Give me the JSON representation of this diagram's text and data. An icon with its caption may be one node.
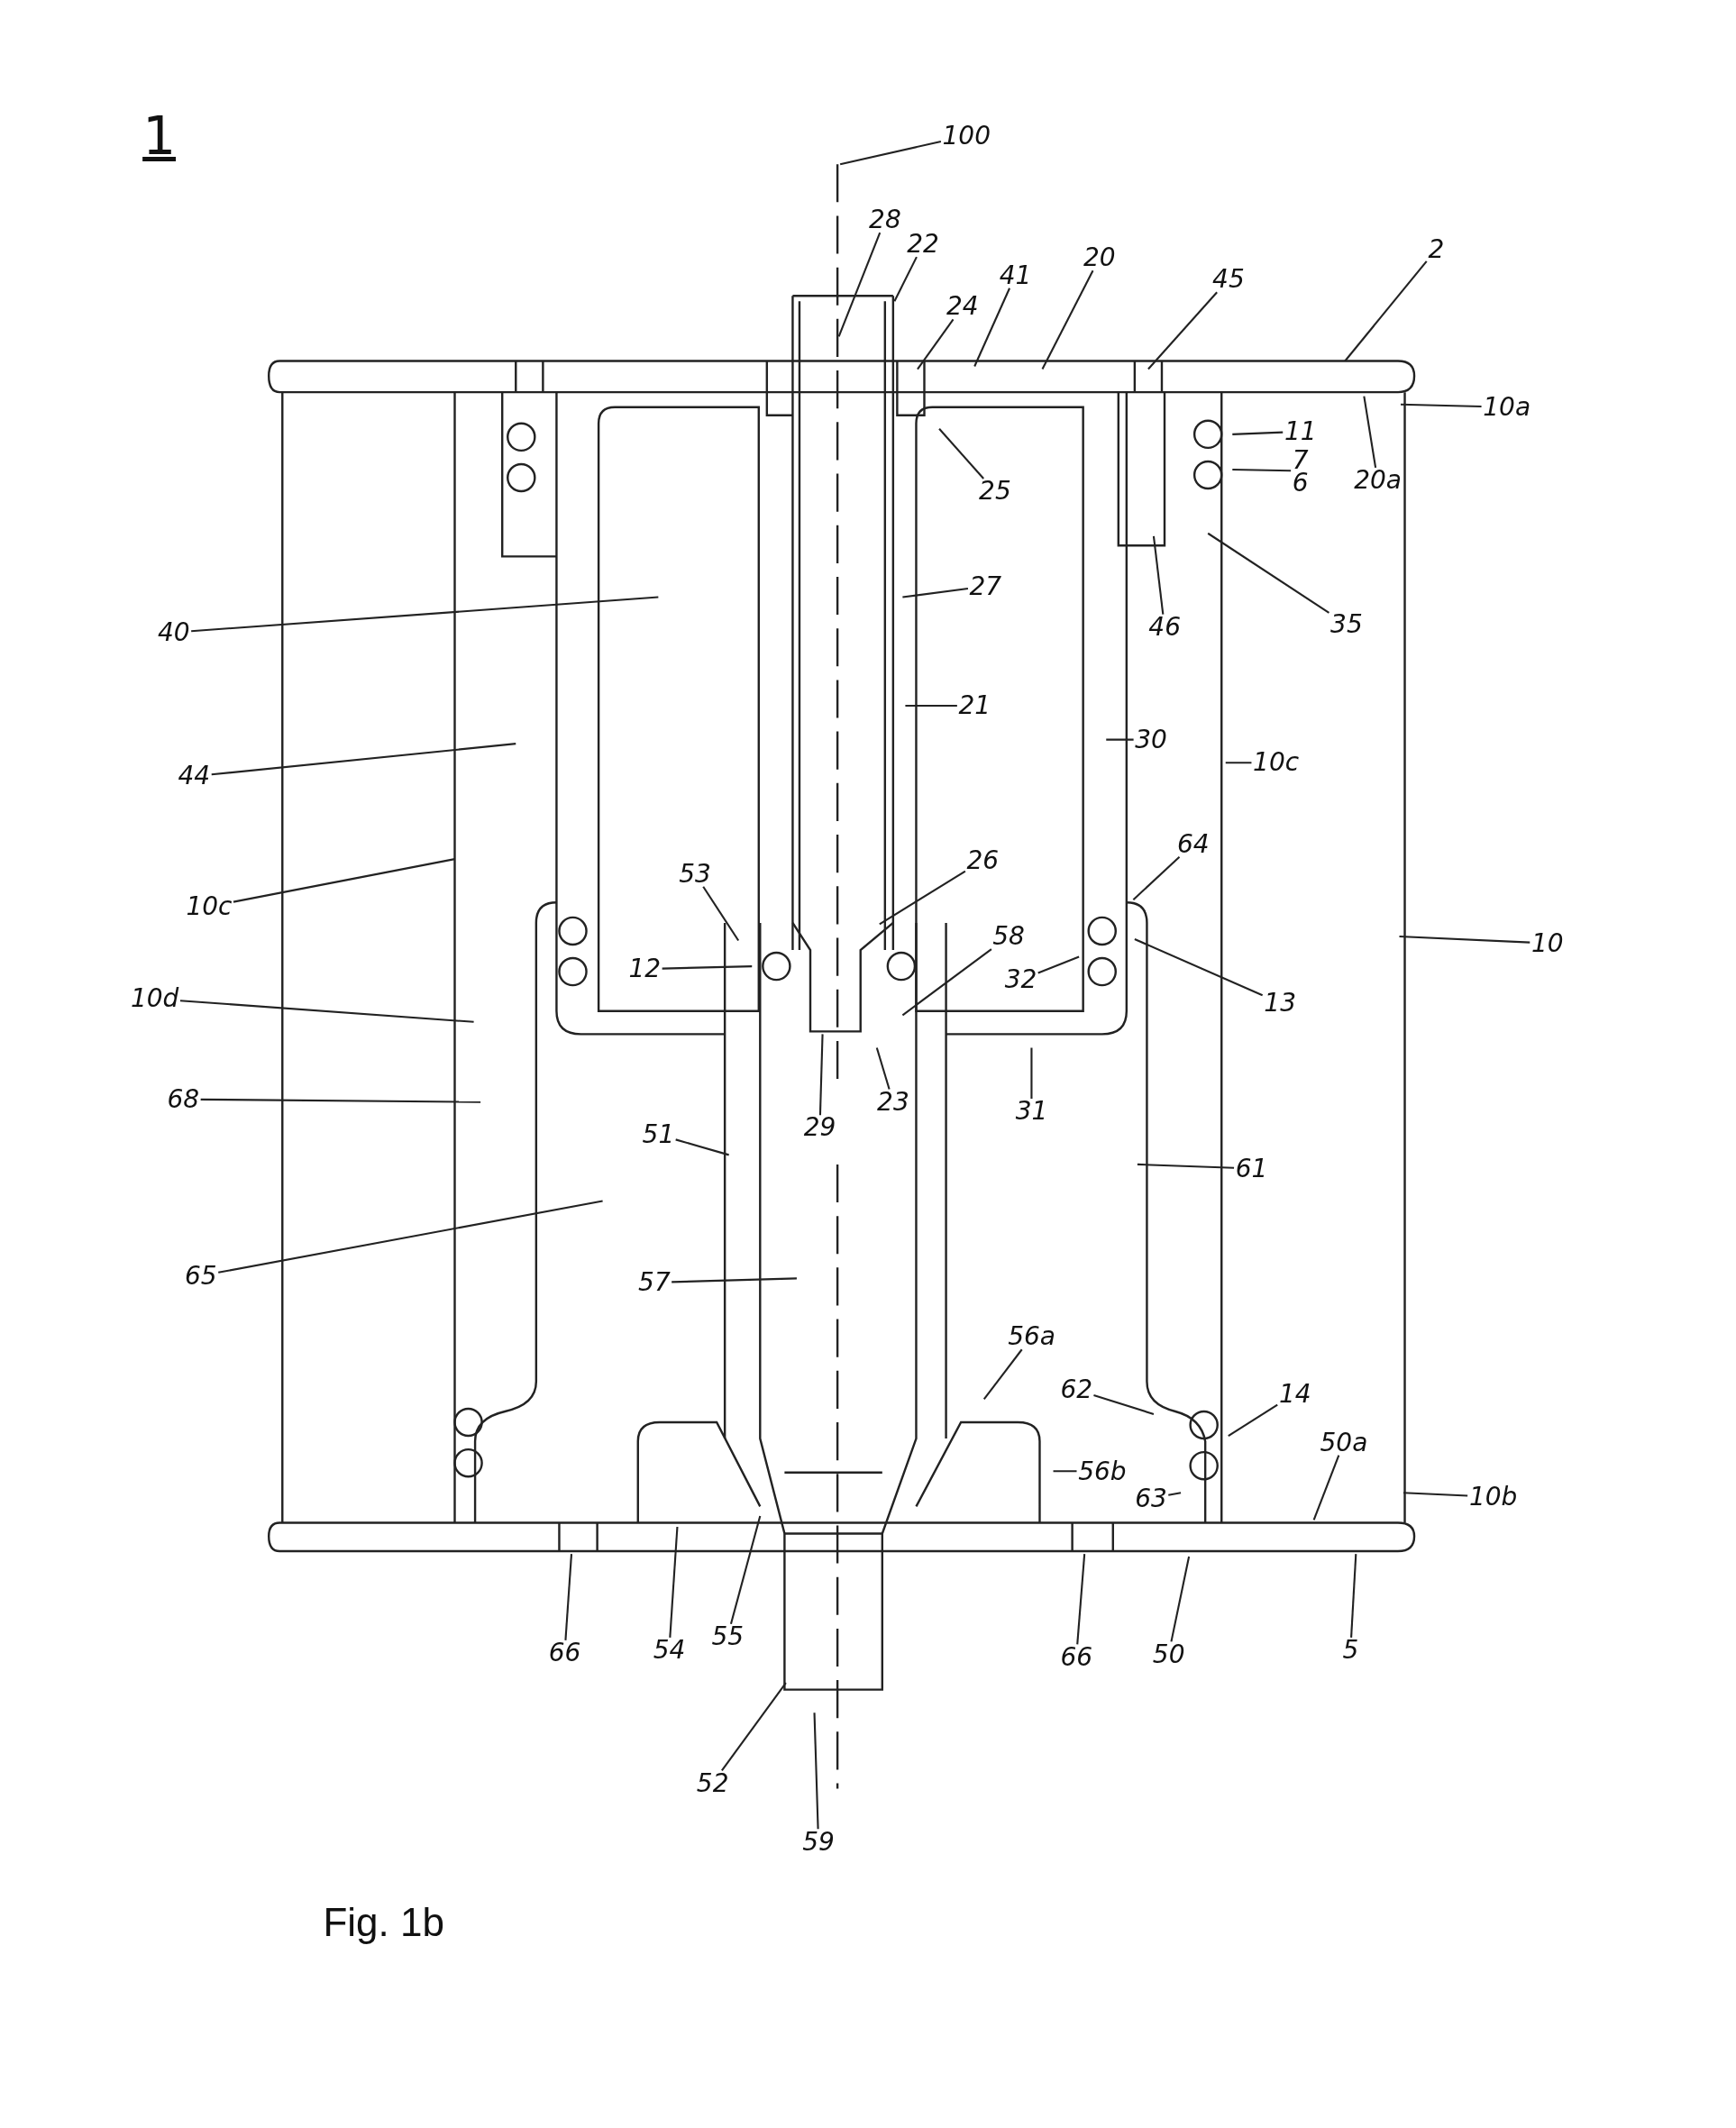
{
  "diagram": {
    "caption": "Fig. 1b",
    "nodes": [
      {
        "text": [
          "100"
        ]
      },
      {
        "text": [
          "28"
        ]
      },
      {
        "text": [
          "22"
        ]
      },
      {
        "text": [
          "24"
        ]
      },
      {
        "text": [
          "41"
        ]
      },
      {
        "text": [
          "20"
        ]
      },
      {
        "text": [
          "45"
        ]
      },
      {
        "text": [
          "2"
        ]
      },
      {
        "text": [
          "10a"
        ]
      },
      {
        "text": [
          "11"
        ]
      },
      {
        "text": [
          "7",
          "6"
        ]
      },
      {
        "text": [
          "20a"
        ]
      },
      {
        "text": [
          "25"
        ]
      },
      {
        "text": [
          "27"
        ]
      },
      {
        "text": [
          "35"
        ]
      },
      {
        "text": [
          "46"
        ]
      },
      {
        "text": [
          "40"
        ]
      },
      {
        "text": [
          "21"
        ]
      },
      {
        "text": [
          "44"
        ]
      },
      {
        "text": [
          "30"
        ]
      },
      {
        "text": [
          "10c"
        ]
      },
      {
        "text": [
          "26"
        ]
      },
      {
        "text": [
          "64"
        ]
      },
      {
        "text": [
          "53"
        ]
      },
      {
        "text": [
          "10c"
        ]
      },
      {
        "text": [
          "10"
        ]
      },
      {
        "text": [
          "58"
        ]
      },
      {
        "text": [
          "12"
        ]
      },
      {
        "text": [
          "32"
        ]
      },
      {
        "text": [
          "13"
        ]
      },
      {
        "text": [
          "10d"
        ]
      },
      {
        "text": [
          "68"
        ]
      },
      {
        "text": [
          "23"
        ]
      },
      {
        "text": [
          "31"
        ]
      },
      {
        "text": [
          "29"
        ]
      },
      {
        "text": [
          "51"
        ]
      },
      {
        "text": [
          "61"
        ]
      },
      {
        "text": [
          "65"
        ]
      },
      {
        "text": [
          "57"
        ]
      },
      {
        "text": [
          "56a"
        ]
      },
      {
        "text": [
          "62"
        ]
      },
      {
        "text": [
          "14"
        ]
      },
      {
        "text": [
          "50a"
        ]
      },
      {
        "text": [
          "56b"
        ]
      },
      {
        "text": [
          "10b"
        ]
      },
      {
        "text": [
          "63"
        ]
      },
      {
        "text": [
          "66"
        ]
      },
      {
        "text": [
          "54"
        ]
      },
      {
        "text": [
          "55"
        ]
      },
      {
        "text": [
          "66"
        ]
      },
      {
        "text": [
          "50"
        ]
      },
      {
        "text": [
          "5"
        ]
      },
      {
        "text": [
          "52"
        ]
      },
      {
        "text": [
          "59"
        ]
      }
    ],
    "edges": [
      {
        "from": 0,
        "to": null,
        "arrow": "none"
      },
      {
        "from": 1,
        "to": null,
        "arrow": "none"
      },
      {
        "from": 2,
        "to": null,
        "arrow": "none"
      },
      {
        "from": 3,
        "to": null,
        "arrow": "none"
      },
      {
        "from": 4,
        "to": null,
        "arrow": "none"
      },
      {
        "from": 5,
        "to": null,
        "arrow": "none"
      },
      {
        "from": 6,
        "to": null,
        "arrow": "none"
      },
      {
        "from": 7,
        "to": null,
        "arrow": "none"
      },
      {
        "from": 8,
        "to": null,
        "arrow": "none"
      },
      {
        "from": 9,
        "to": null,
        "arrow": "none"
      },
      {
        "from": 10,
        "to": null,
        "arrow": "none"
      },
      {
        "from": 11,
        "to": null,
        "arrow": "none"
      },
      {
        "from": 12,
        "to": null,
        "arrow": "none"
      },
      {
        "from": 13,
        "to": null,
        "arrow": "none"
      },
      {
        "from": 14,
        "to": null,
        "arrow": "none"
      },
      {
        "from": 15,
        "to": null,
        "arrow": "none"
      },
      {
        "from": 16,
        "to": null,
        "arrow": "none"
      },
      {
        "from": 17,
        "to": null,
        "arrow": "none"
      },
      {
        "from": 18,
        "to": null,
        "arrow": "none"
      },
      {
        "from": 19,
        "to": null,
        "arrow": "none"
      },
      {
        "from": 20,
        "to": null,
        "arrow": "none"
      },
      {
        "from": 21,
        "to": null,
        "arrow": "none"
      },
      {
        "from": 22,
        "to": null,
        "arrow": "none"
      },
      {
        "from": 23,
        "to": null,
        "arrow": "none"
      },
      {
        "from": 24,
        "to": null,
        "arrow": "none"
      },
      {
        "from": 25,
        "to": null,
        "arrow": "none"
      },
      {
        "from": 26,
        "to": null,
        "arrow": "none"
      },
      {
        "from": 27,
        "to": null,
        "arrow": "none"
      },
      {
        "from": 28,
        "to": null,
        "arrow": "none"
      },
      {
        "from": 29,
        "to": null,
        "arrow": "none"
      },
      {
        "from": 30,
        "to": null,
        "arrow": "none"
      },
      {
        "from": 31,
        "to": null,
        "arrow": "none"
      },
      {
        "from": 32,
        "to": null,
        "arrow": "none"
      },
      {
        "from": 33,
        "to": null,
        "arrow": "none"
      },
      {
        "from": 34,
        "to": null,
        "arrow": "none"
      },
      {
        "from": 35,
        "to": null,
        "arrow": "none"
      },
      {
        "from": 36,
        "to": null,
        "arrow": "none"
      },
      {
        "from": 37,
        "to": null,
        "arrow": "none"
      },
      {
        "from": 38,
        "to": null,
        "arrow": "none"
      },
      {
        "from": 39,
        "to": null,
        "arrow": "none"
      },
      {
        "from": 40,
        "to": null,
        "arrow": "none"
      },
      {
        "from": 41,
        "to": null,
        "arrow": "none"
      },
      {
        "from": 42,
        "to": null,
        "arrow": "none"
      },
      {
        "from": 43,
        "to": null,
        "arrow": "none"
      },
      {
        "from": 44,
        "to": null,
        "arrow": "none"
      },
      {
        "from": 45,
        "to": null,
        "arrow": "none"
      },
      {
        "from": 46,
        "to": null,
        "arrow": "none"
      },
      {
        "from": 47,
        "to": null,
        "arrow": "none"
      },
      {
        "from": 48,
        "to": null,
        "arrow": "none"
      },
      {
        "from": 49,
        "to": null,
        "arrow": "none"
      },
      {
        "from": 50,
        "to": null,
        "arrow": "none"
      },
      {
        "from": 51,
        "to": null,
        "arrow": "none"
      },
      {
        "from": 52,
        "to": null,
        "arrow": "none"
      },
      {
        "from": 53,
        "to": null,
        "arrow": "none"
      }
    ],
    "labels": [
      "1"
    ]
  }
}
